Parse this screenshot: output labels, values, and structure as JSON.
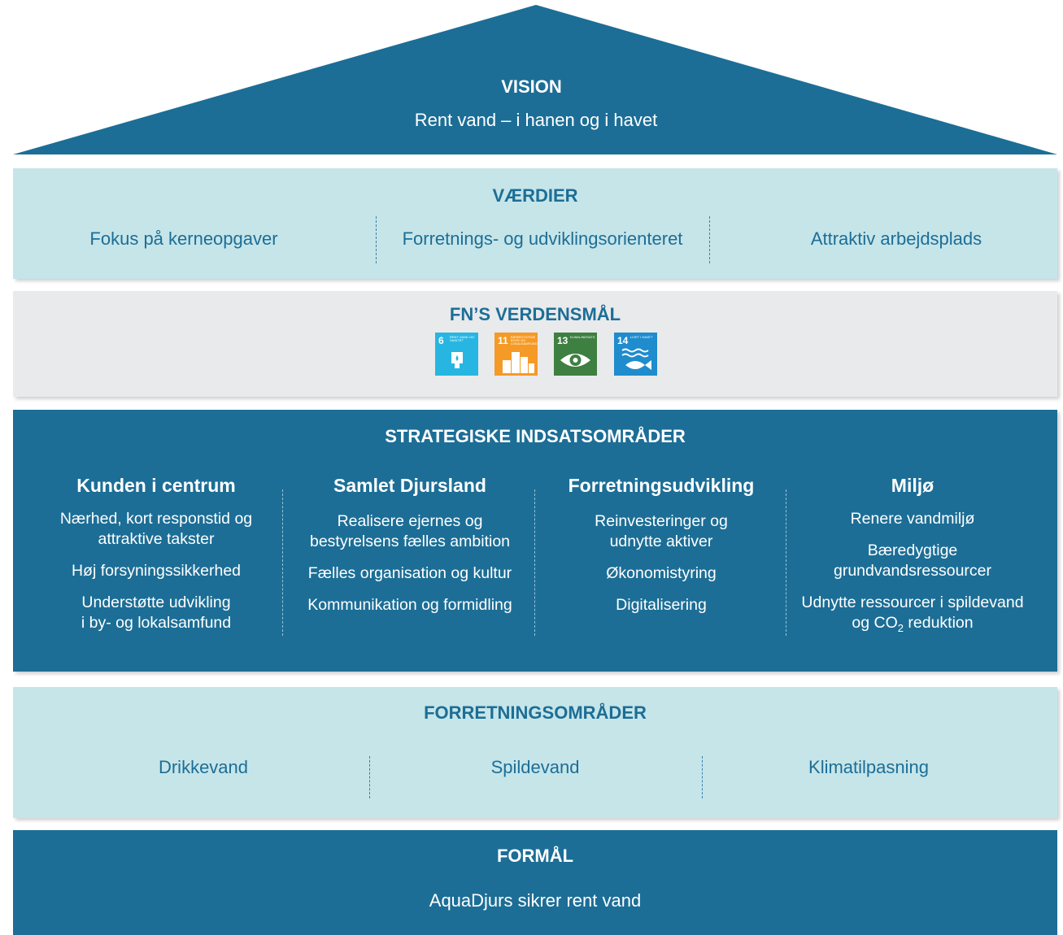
{
  "colors": {
    "dark_blue": "#1c6e96",
    "light_teal": "#c6e5e9",
    "light_grey": "#e9eaec",
    "sdg6": "#27b6e1",
    "sdg11": "#f59a26",
    "sdg13": "#3e7f42",
    "sdg14": "#1f8ccd"
  },
  "vision": {
    "title": "VISION",
    "text": "Rent vand – i hanen og i havet"
  },
  "values": {
    "title": "VÆRDIER",
    "items": [
      "Fokus på kerneopgaver",
      "Forretnings- og udviklingsorienteret",
      "Attraktiv arbejdsplads"
    ]
  },
  "un_goals": {
    "title": "FN’S VERDENSMÅL",
    "icons": [
      {
        "number": "6",
        "label": "RENT VAND OG SANITET",
        "icon": "water-drop-icon"
      },
      {
        "number": "11",
        "label": "BÆREDYGTIGE BYER OG LOKALSAMFUND",
        "icon": "city-icon"
      },
      {
        "number": "13",
        "label": "KLIMA-INDSATS",
        "icon": "eye-globe-icon"
      },
      {
        "number": "14",
        "label": "LIVET I HAVET",
        "icon": "fish-icon"
      }
    ]
  },
  "strategy": {
    "title": "STRATEGISKE INDSATSOMRÅDER",
    "columns": [
      {
        "heading": "Kunden i centrum",
        "items": [
          "Nærhed, kort responstid og attraktive takster",
          "Høj forsyningssikkerhed",
          "Understøtte udvikling i by- og lokalsamfund"
        ]
      },
      {
        "heading": "Samlet Djursland",
        "items": [
          "Realisere ejernes og bestyrelsens fælles ambition",
          "Fælles organisation og kultur",
          "Kommunikation og formidling"
        ]
      },
      {
        "heading": "Forretningsudvikling",
        "items": [
          "Reinvesteringer og udnytte aktiver",
          "Økonomistyring",
          "Digitalisering"
        ]
      },
      {
        "heading": "Miljø",
        "items": [
          "Renere vandmiljø",
          "Bæredygtige grundvandsressourcer",
          "Udnytte ressourcer i spildevand og CO",
          "2",
          " reduktion"
        ]
      }
    ]
  },
  "business_areas": {
    "title": "FORRETNINGSOMRÅDER",
    "items": [
      "Drikkevand",
      "Spildevand",
      "Klimatilpasning"
    ]
  },
  "purpose": {
    "title": "FORMÅL",
    "text": "AquaDjurs sikrer rent vand"
  }
}
